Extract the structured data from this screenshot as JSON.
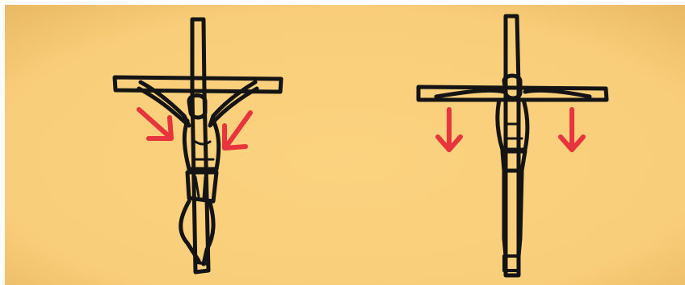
{
  "illustration": {
    "background": "#F9CE7A",
    "background_edge": "#E9B862",
    "ink_color": "#141414",
    "arrow_color": "#E8343D",
    "figures": [
      {
        "name": "crucifix-arms-raised",
        "arrows": 2,
        "arrow_direction": "diagonal-inward"
      },
      {
        "name": "crucifix-arms-horizontal",
        "arrows": 2,
        "arrow_direction": "down"
      }
    ]
  }
}
